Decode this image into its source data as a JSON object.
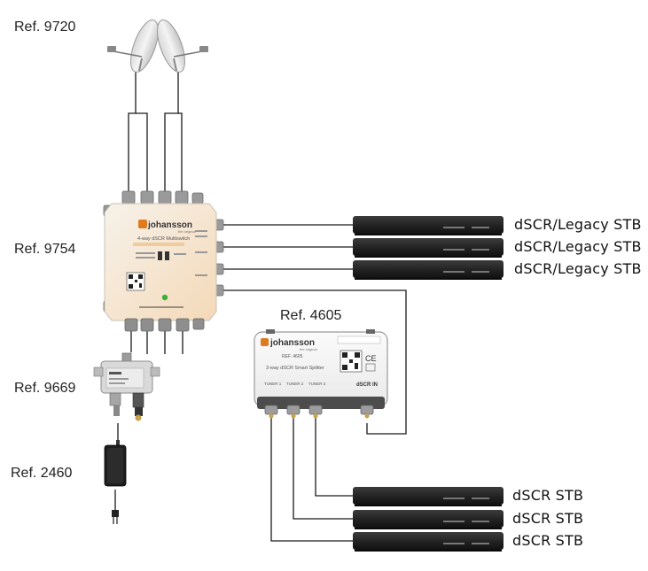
{
  "refs": {
    "dish": "Ref. 9720",
    "multiswitch": "Ref. 9754",
    "splitter": "Ref. 4605",
    "psu_injector": "Ref. 9669",
    "psu": "Ref. 2460"
  },
  "receivers": {
    "dscr_legacy": [
      "dSCR/Legacy STB",
      "dSCR/Legacy STB",
      "dSCR/Legacy STB"
    ],
    "dscr": [
      "dSCR STB",
      "dSCR STB",
      "dSCR STB"
    ]
  },
  "multiswitch": {
    "brand": "johansson",
    "tagline": "the original",
    "model": "4-way dSCR Multiswitch"
  },
  "splitter": {
    "brand": "johansson",
    "tagline": "the original",
    "ref": "REF. 4605",
    "model": "3-way dSCR Smart Splitter",
    "tuners": [
      "TUNER 1",
      "TUNER 2",
      "TUNER 3"
    ],
    "input": "dSCR IN",
    "ce_mark": "CE"
  },
  "colors": {
    "cable": "#1a1a1a",
    "device_body": "#f3eee6",
    "stb_body": "#2b2b2b",
    "brand_accent": "#e07a1f"
  }
}
